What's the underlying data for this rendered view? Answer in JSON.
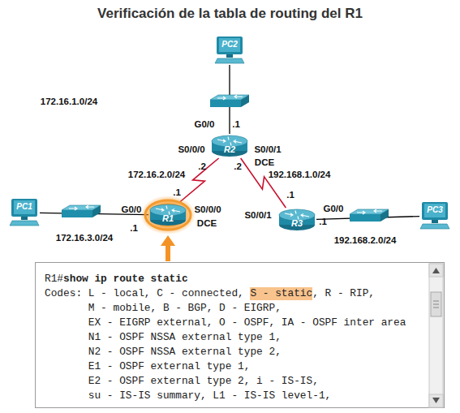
{
  "diagram": {
    "title": "Verificación de la tabla de routing del R1",
    "nodes": [
      {
        "text": [
          "PC2"
        ]
      },
      {
        "text": [
          "R2"
        ]
      },
      {
        "text": [
          "PC1"
        ]
      },
      {
        "text": [
          "R1"
        ]
      },
      {
        "text": [
          "R3"
        ]
      },
      {
        "text": [
          "PC3"
        ]
      },
      {
        "text": [
          "R1#",
          "show ip route static",
          "Codes: L - local, C - connected, S - static, R - RIP,",
          "M - mobile, B - BGP, D - EIGRP,",
          "EX - EIGRP external, O - OSPF, IA - OSPF inter area",
          "N1 - OSPF NSSA external type 1,",
          "N2 - OSPF NSSA external type 2,",
          "E1 - OSPF external type 1,",
          "E2 - OSPF external type 2, i - IS-IS,",
          "su - IS-IS summary, L1 - IS-IS level-1,"
        ]
      }
    ],
    "edges": [
      {
        "from": 0,
        "to": 1,
        "arrow": "none"
      },
      {
        "from": 3,
        "to": 1,
        "arrow": "none"
      },
      {
        "from": 1,
        "to": 4,
        "arrow": "none"
      },
      {
        "from": 2,
        "to": 3,
        "arrow": "none"
      },
      {
        "from": 4,
        "to": 5,
        "arrow": "none"
      }
    ],
    "labels": [
      "172.16.1.0/24",
      "G0/0",
      ".1",
      "S0/0/0",
      "S0/0/1",
      "DCE",
      ".2",
      ".2",
      "172.16.2.0/24",
      "192.168.1.0/24",
      ".1",
      ".1",
      "G0/0",
      "S0/0/0",
      "G0/0",
      "S0/0/1",
      "DCE",
      ".1",
      ".1",
      "172.16.3.0/24",
      "192.168.2.0/24"
    ]
  }
}
